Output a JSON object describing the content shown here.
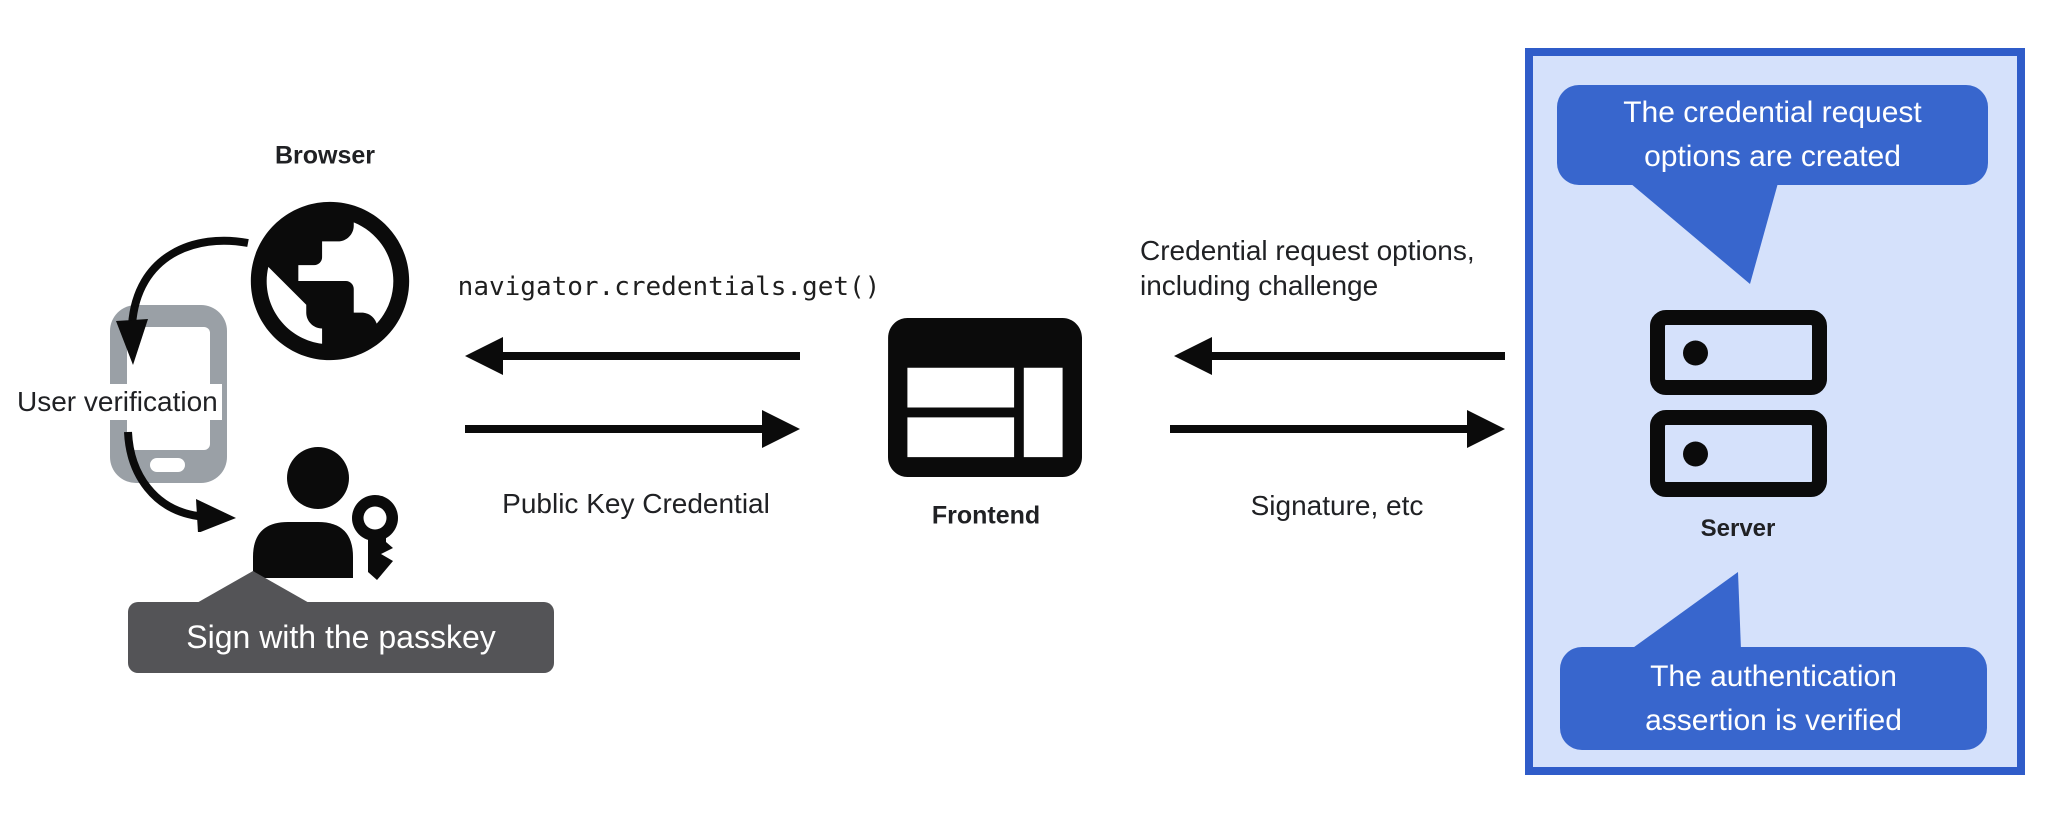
{
  "labels": {
    "browser": "Browser",
    "user_verification": "User verification",
    "sign_with_passkey": "Sign with the passkey",
    "navigator_call": "navigator.credentials.get()",
    "public_key_credential": "Public Key Credential",
    "frontend": "Frontend",
    "credential_request_options_line1": "Credential request options,",
    "credential_request_options_line2": "including challenge",
    "signature": "Signature, etc",
    "server": "Server"
  },
  "server_panel": {
    "bubble_top": {
      "line1": "The credential request",
      "line2": "options are created"
    },
    "bubble_bottom": {
      "line1": "The authentication",
      "line2": "assertion is verified"
    }
  },
  "icons": {
    "globe": "globe-icon",
    "phone": "phone-icon",
    "person": "person-icon",
    "key": "key-icon",
    "frontend_window": "frontend-window-icon",
    "server_stack": "server-stack-icon"
  },
  "colors": {
    "bubble_blue": "#3866cd",
    "panel_fill": "#d5e1fb",
    "panel_border": "#2f5cc9",
    "tooltip_gray": "#545457",
    "phone_gray": "#9aa0a6",
    "ink": "#0b0b0b",
    "text_dark": "#202124"
  }
}
